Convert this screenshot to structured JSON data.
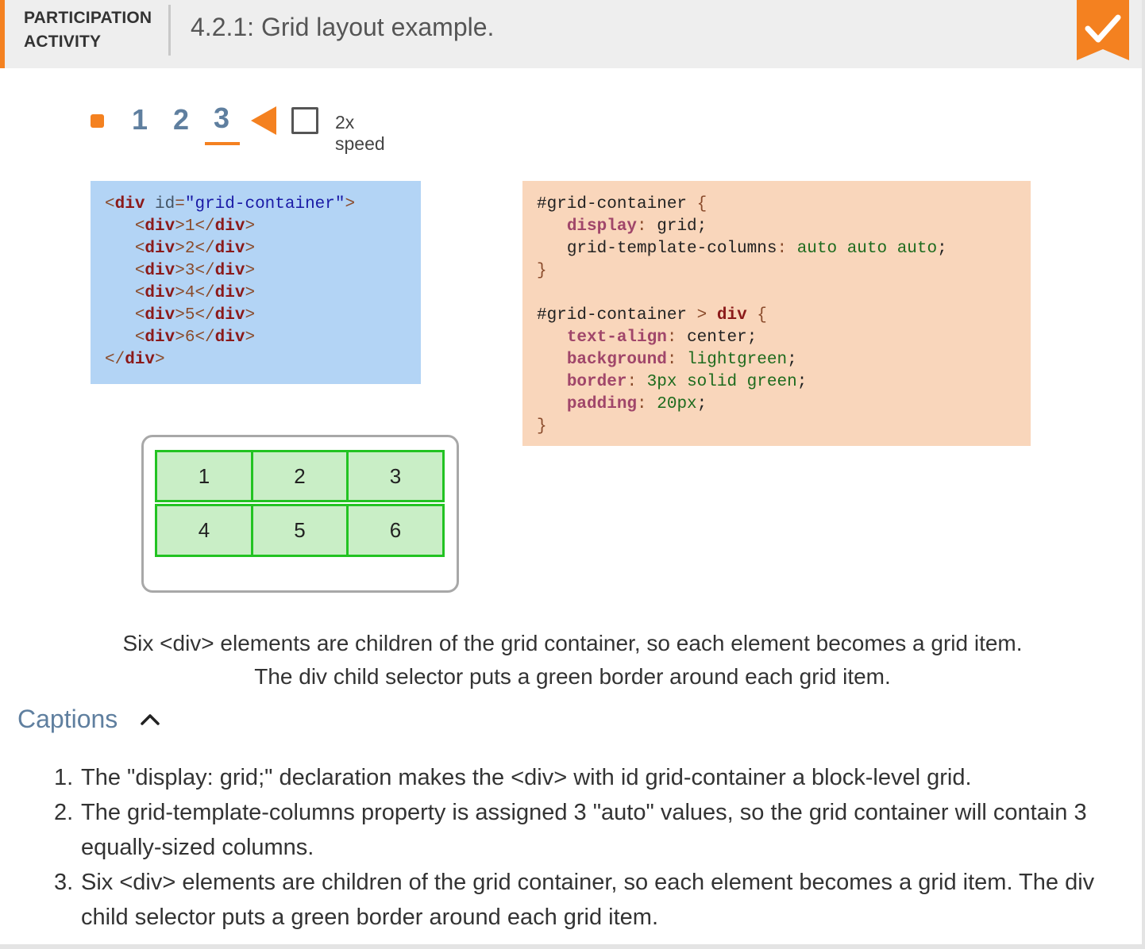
{
  "header": {
    "label_line1": "PARTICIPATION",
    "label_line2": "ACTIVITY",
    "title": "4.2.1: Grid layout example.",
    "accent_color": "#f48120",
    "badge_icon": "checkmark-icon"
  },
  "controls": {
    "steps": [
      "1",
      "2",
      "3"
    ],
    "current_step": "3",
    "speed_label": "2x speed",
    "speed_checked": false
  },
  "html_code": {
    "open_tag": "div",
    "attr_name": "id",
    "attr_value": "\"grid-container\"",
    "child_tag": "div",
    "children": [
      "1",
      "2",
      "3",
      "4",
      "5",
      "6"
    ]
  },
  "css_code": {
    "selector1": "#grid-container",
    "rule1": [
      {
        "prop": "display",
        "value": "grid"
      },
      {
        "prop": "grid-template-columns",
        "value": "auto auto auto"
      }
    ],
    "selector2": "#grid-container",
    "combinator": ">",
    "selector2_tag": "div",
    "rule2": [
      {
        "prop": "text-align",
        "value": "center"
      },
      {
        "prop": "background",
        "value": "lightgreen"
      },
      {
        "prop": "border",
        "value": "3px solid green"
      },
      {
        "prop": "padding",
        "value": "20px"
      }
    ]
  },
  "grid_items": [
    "1",
    "2",
    "3",
    "4",
    "5",
    "6"
  ],
  "caption_main": {
    "line1": "Six <div> elements are children of the grid container, so each element becomes a grid item.",
    "line2": "The div child selector puts a green border around each grid item."
  },
  "captions": {
    "title": "Captions",
    "items": [
      "The \"display: grid;\" declaration makes the <div> with id grid-container a block-level grid.",
      "The grid-template-columns property is assigned 3 \"auto\" values, so the grid container will contain 3 equally-sized columns.",
      "Six <div> elements are children of the grid container, so each element becomes a grid item. The div child selector puts a green border around each grid item."
    ]
  }
}
